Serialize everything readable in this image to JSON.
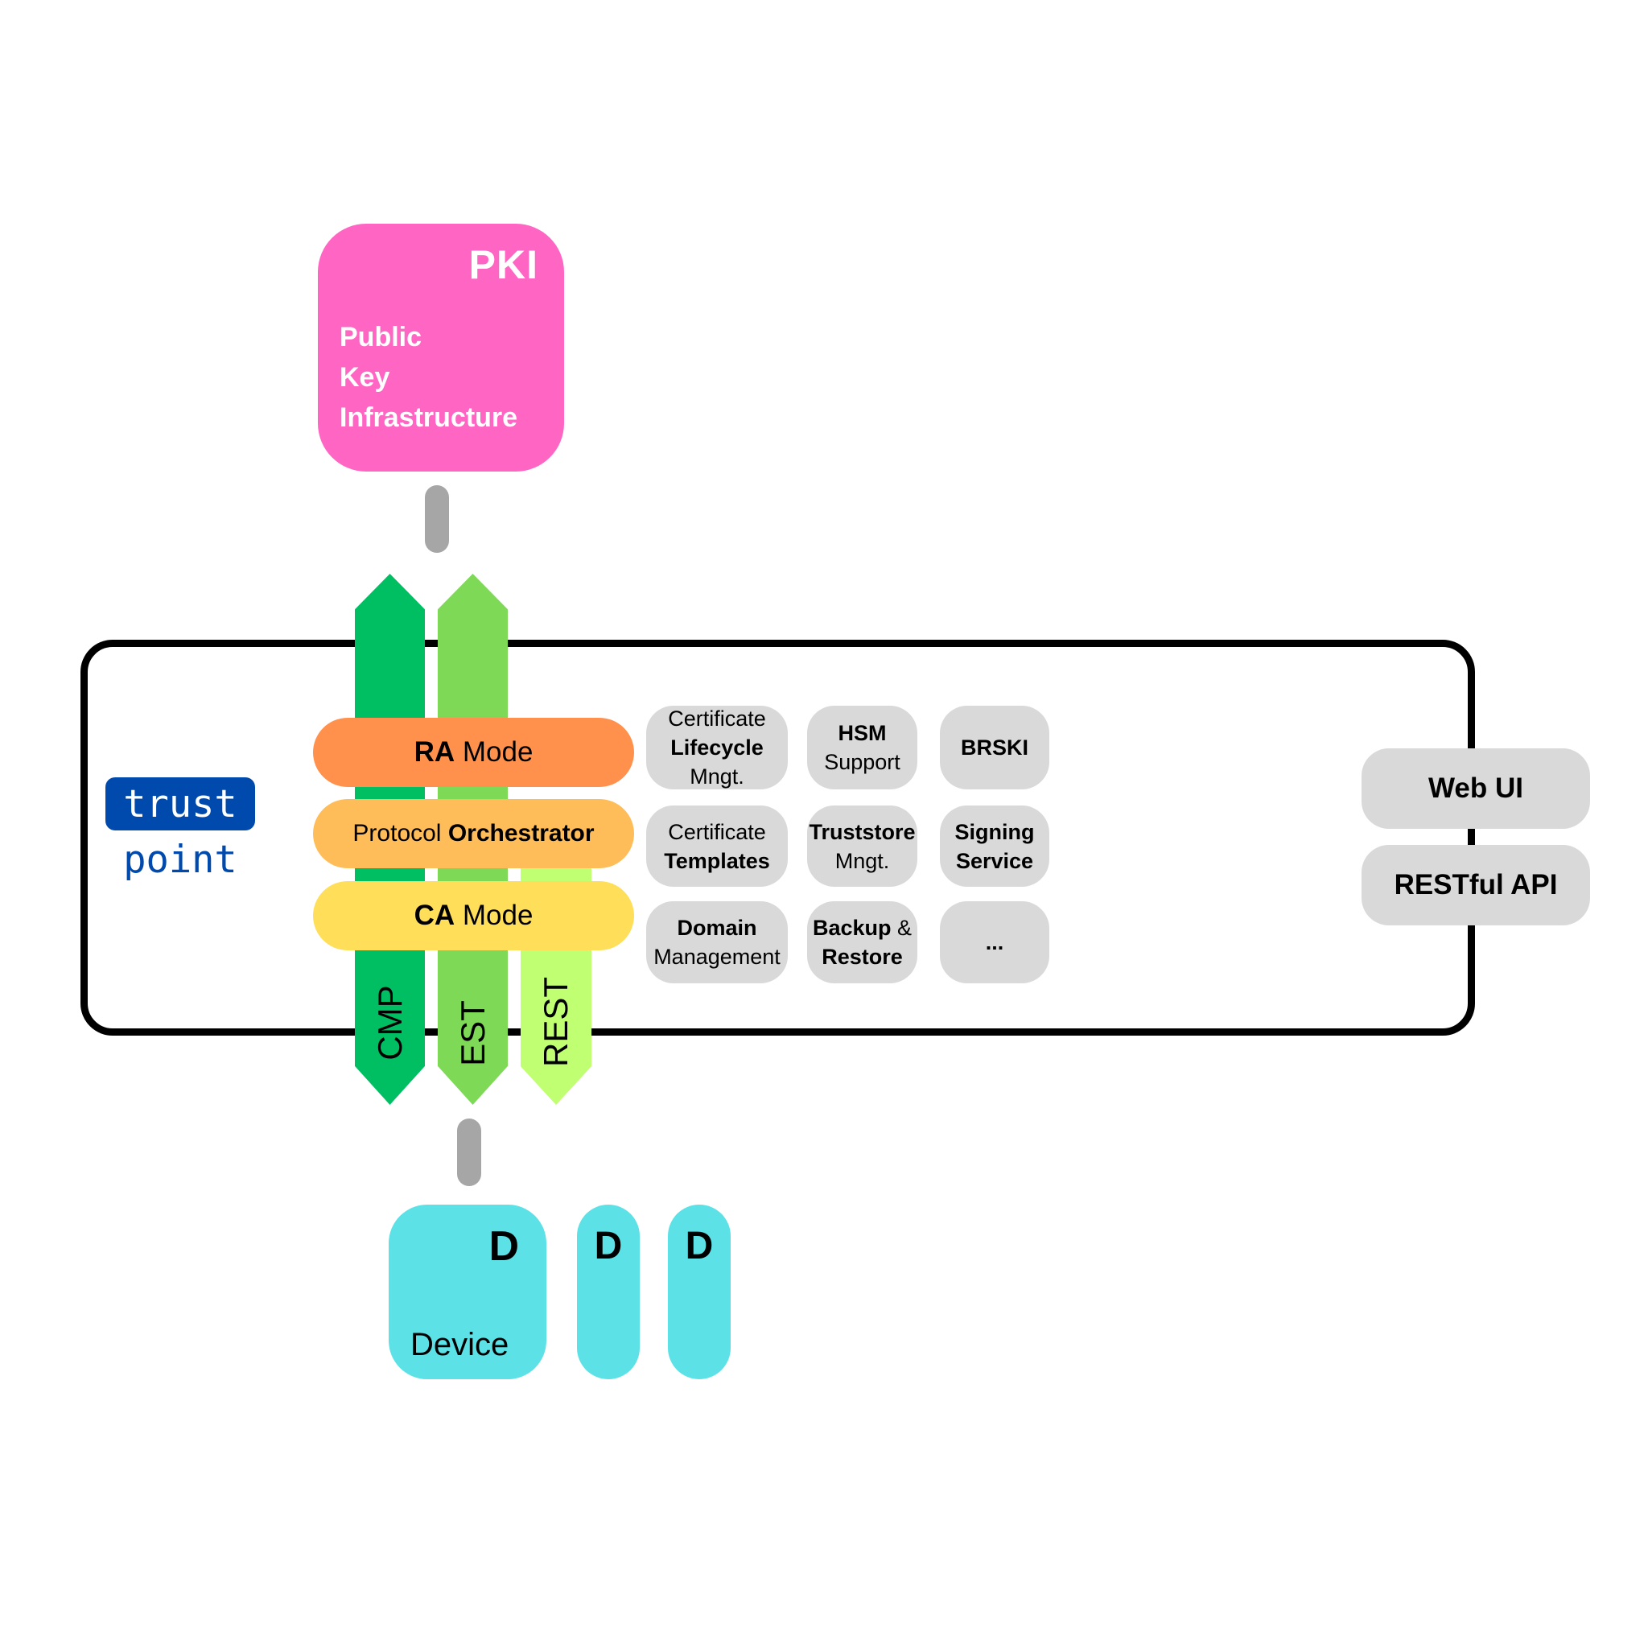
{
  "palette": {
    "pink": "#FF66C4",
    "blue": "#004AAD",
    "green_dark": "#00BF63",
    "green_mid": "#7ED957",
    "green_light": "#C1FF72",
    "orange": "#FF914D",
    "orange_light": "#FFBD59",
    "yellow": "#FFDE59",
    "cyan": "#5CE1E6",
    "gray_pill": "#D9D9D9",
    "gray_connector": "#A6A6A6",
    "border_black": "#000000"
  },
  "pki": {
    "title": "PKI",
    "line1": "Public",
    "line2": "Key",
    "line3": "Infrastructure"
  },
  "brand": {
    "line1": "trust",
    "line2": "point"
  },
  "modes": {
    "ra": {
      "bold": "RA",
      "rest": " Mode"
    },
    "po": {
      "plain": "Protocol",
      "bold": " Orchestrator"
    },
    "ca": {
      "bold": "CA",
      "rest": " Mode"
    }
  },
  "protocols": {
    "cmp": "CMP",
    "est": "EST",
    "rest": "REST"
  },
  "features": {
    "r1c1": {
      "l1": "Certificate",
      "l2b": "Lifecycle",
      "l2r": " Mngt."
    },
    "r1c2": {
      "l1b": "HSM",
      "l2": "Support"
    },
    "r1c3": {
      "l1b": "BRSKI"
    },
    "r2c1": {
      "l1": "Certificate",
      "l2b": "Templates"
    },
    "r2c2": {
      "l1b": "Truststore",
      "l2": "Mngt."
    },
    "r2c3": {
      "l1b": "Signing",
      "l2b": "Service"
    },
    "r3c1": {
      "l1b": "Domain",
      "l2": "Management"
    },
    "r3c2": {
      "l1b": "Backup",
      "l1r": " &",
      "l2b": "Restore"
    },
    "r3c3": {
      "l1b": "..."
    }
  },
  "interfaces": {
    "web_ui": "Web UI",
    "restful_api": "RESTful API"
  },
  "devices": {
    "d": "D",
    "label": "Device"
  }
}
